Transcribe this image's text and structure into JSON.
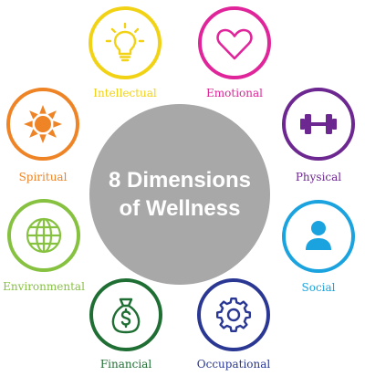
{
  "title": {
    "line1": "8 Dimensions",
    "line2": "of Wellness"
  },
  "dimensions": [
    {
      "label": "Intellectual",
      "color": "#f2d214",
      "icon": "lightbulb-icon"
    },
    {
      "label": "Emotional",
      "color": "#e0249a",
      "icon": "heart-icon"
    },
    {
      "label": "Physical",
      "color": "#6d2790",
      "icon": "dumbbell-icon"
    },
    {
      "label": "Social",
      "color": "#1aa3de",
      "icon": "person-icon"
    },
    {
      "label": "Occupational",
      "color": "#2a3894",
      "icon": "gear-icon"
    },
    {
      "label": "Financial",
      "color": "#1f6e33",
      "icon": "money-bag-icon"
    },
    {
      "label": "Environmental",
      "color": "#86c240",
      "icon": "globe-icon"
    },
    {
      "label": "Spiritual",
      "color": "#ef8426",
      "icon": "sun-icon"
    }
  ]
}
